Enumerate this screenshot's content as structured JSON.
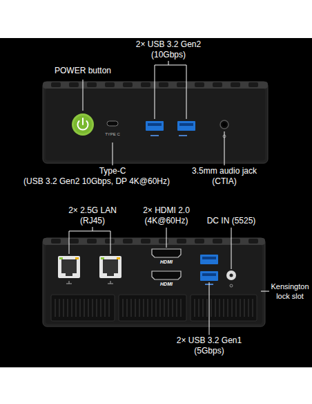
{
  "diagram": {
    "labels": [
      "POWER button",
      "2× USB 3.2 Gen2",
      "(10Gbps)",
      "TYPE C",
      "Type-C",
      "(USB 3.2 Gen2 10Gbps, DP 4K@60Hz)",
      "3.5mm audio jack",
      "(CTIA)",
      "2× 2.5G LAN",
      "(RJ45)",
      "2× HDMI 2.0",
      "(4K@60Hz)",
      "DC IN (5525)",
      "HDMI",
      "HDMI",
      "Kensington",
      "lock slot",
      "2× USB 3.2 Gen1",
      "(5Gbps)"
    ]
  }
}
